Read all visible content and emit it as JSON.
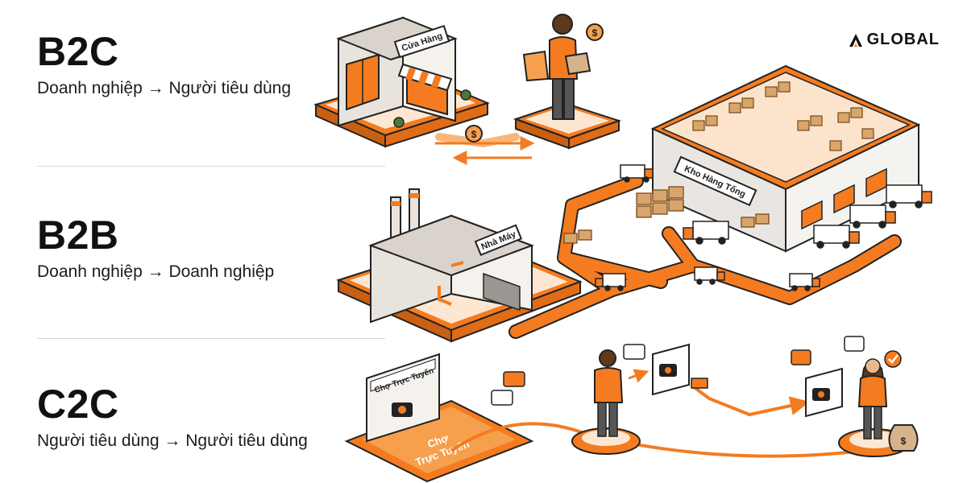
{
  "brand": {
    "name": "GLOBAL",
    "accent": "#f47b20"
  },
  "colors": {
    "orange": "#f47b20",
    "orange_light": "#fbd2a8",
    "dark": "#222222",
    "line": "#d7d7d7"
  },
  "models": {
    "b2c": {
      "code": "B2C",
      "desc": "Doanh nghiệp → Người tiêu dùng"
    },
    "b2b": {
      "code": "B2B",
      "desc": "Doanh nghiệp → Doanh nghiệp"
    },
    "c2c": {
      "code": "C2C",
      "desc": "Người tiêu dùng → Người tiêu dùng"
    }
  },
  "illustration": {
    "store_sign": "Cửa Hàng",
    "factory_sign": "Nhà Máy",
    "warehouse_sign": "Kho Hàng Tổng",
    "market_window": "Chợ Trực Tuyến",
    "market_screen_line1": "Chợ",
    "market_screen_line2": "Trực Tuyến",
    "icons": [
      "shop-icon",
      "shopper-icon",
      "coin-icon",
      "factory-icon",
      "warehouse-icon",
      "truck-icon",
      "box-stack-icon",
      "laptop-icon",
      "chat-bubble-icon",
      "camera-icon",
      "seller-icon",
      "buyer-icon",
      "check-icon",
      "money-bag-icon"
    ]
  }
}
